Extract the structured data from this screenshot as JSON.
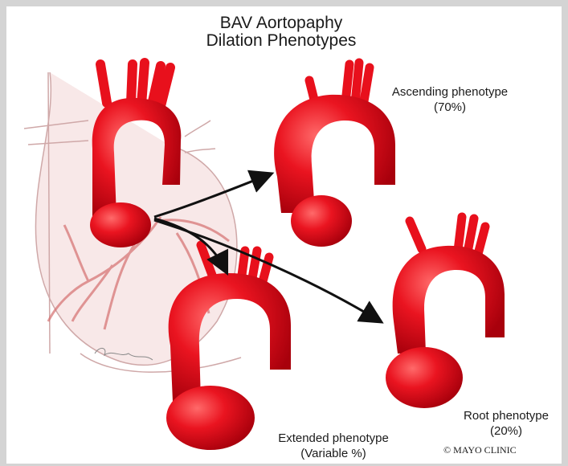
{
  "title": {
    "line1": "BAV Aortopaphy",
    "line2": "Dilation Phenotypes"
  },
  "phenotypes": [
    {
      "name": "Ascending phenotype",
      "share": "(70%)"
    },
    {
      "name": "Root phenotype",
      "share": "(20%)"
    },
    {
      "name": "Extended phenotype",
      "share": "(Variable %)"
    }
  ],
  "copyright": "© MAYO CLINIC",
  "colors": {
    "aorta": "#e8101c",
    "aorta_dark": "#a8000c",
    "heart_outline": "#c9a0a0",
    "arrow": "#111111"
  }
}
